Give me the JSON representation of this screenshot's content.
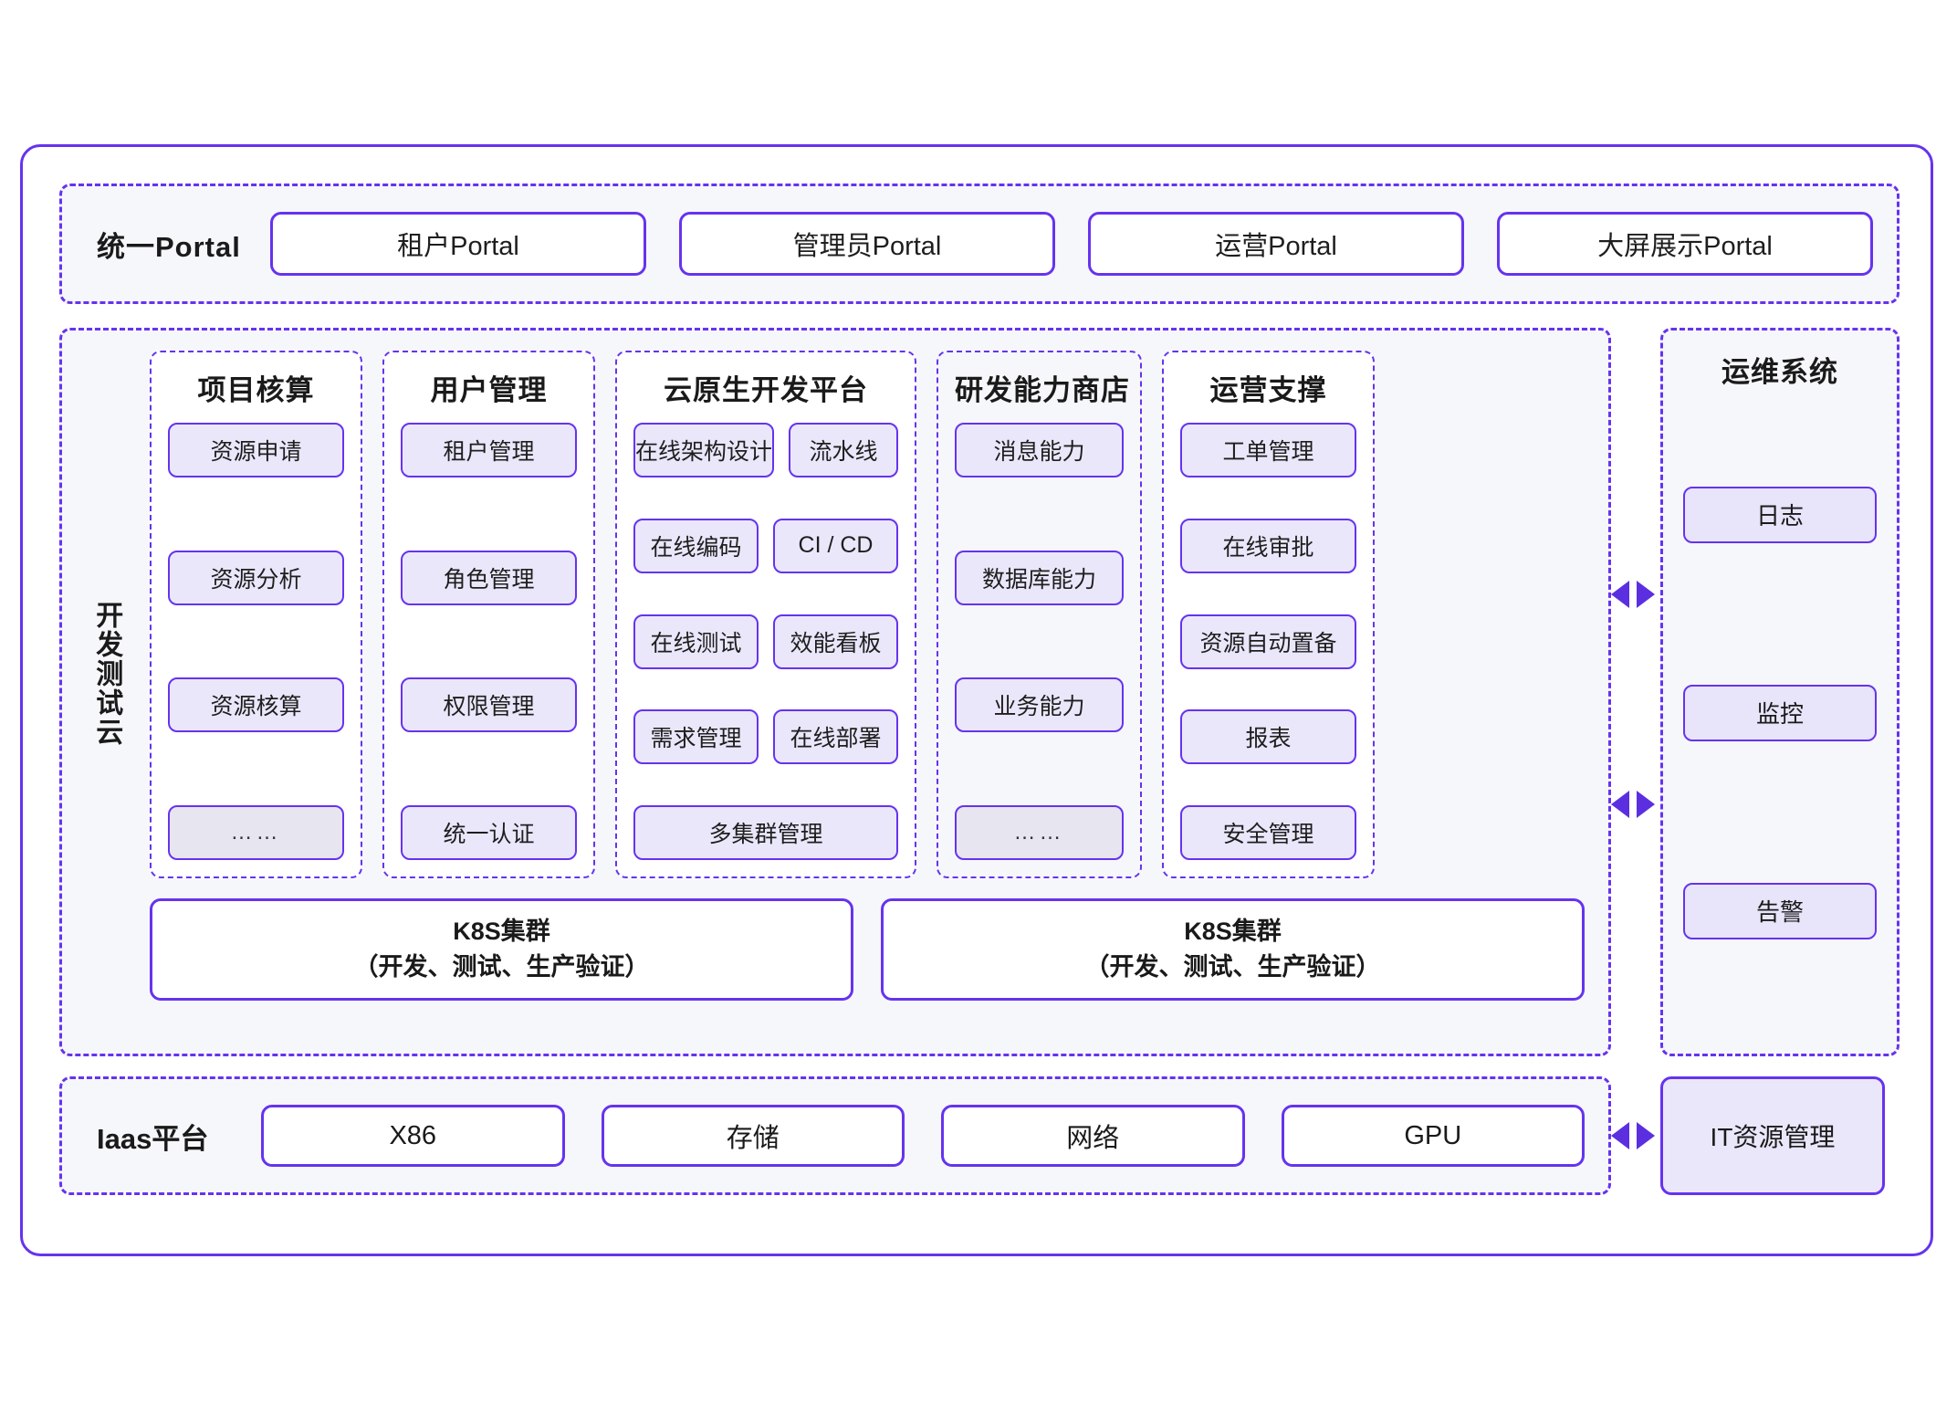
{
  "portal": {
    "title": "统一Portal",
    "items": [
      {
        "label": "租户Portal"
      },
      {
        "label": "管理员Portal"
      },
      {
        "label": "运营Portal"
      },
      {
        "label": "大屏展示Portal"
      }
    ]
  },
  "devtest": {
    "label": "开发测试云",
    "columns": [
      {
        "title": "项目核算",
        "items": [
          {
            "label": "资源申请"
          },
          {
            "label": "资源分析"
          },
          {
            "label": "资源核算"
          },
          {
            "label": "……"
          }
        ]
      },
      {
        "title": "用户管理",
        "items": [
          {
            "label": "租户管理"
          },
          {
            "label": "角色管理"
          },
          {
            "label": "权限管理"
          },
          {
            "label": "统一认证"
          }
        ]
      },
      {
        "title": "云原生开发平台",
        "rows": [
          {
            "left": "在线架构设计",
            "right": "流水线"
          },
          {
            "left": "在线编码",
            "right": "CI / CD"
          },
          {
            "left": "在线测试",
            "right": "效能看板"
          },
          {
            "left": "需求管理",
            "right": "在线部署"
          }
        ],
        "full": "多集群管理"
      },
      {
        "title": "研发能力商店",
        "items": [
          {
            "label": "消息能力"
          },
          {
            "label": "数据库能力"
          },
          {
            "label": "业务能力"
          },
          {
            "label": "……"
          }
        ]
      },
      {
        "title": "运营支撑",
        "items": [
          {
            "label": "工单管理"
          },
          {
            "label": "在线审批"
          },
          {
            "label": "资源自动置备"
          },
          {
            "label": "报表"
          },
          {
            "label": "安全管理"
          }
        ]
      }
    ],
    "k8s": [
      {
        "line1": "K8S集群",
        "line2": "（开发、测试、生产验证）"
      },
      {
        "line1": "K8S集群",
        "line2": "（开发、测试、生产验证）"
      }
    ]
  },
  "ops": {
    "title": "运维系统",
    "items": [
      {
        "label": "日志"
      },
      {
        "label": "监控"
      },
      {
        "label": "告警"
      }
    ]
  },
  "iaas": {
    "title": "Iaas平台",
    "items": [
      {
        "label": "X86"
      },
      {
        "label": "存储"
      },
      {
        "label": "网络"
      },
      {
        "label": "GPU"
      }
    ],
    "it_resource": "IT资源管理"
  },
  "colors": {
    "accent": "#6633ee",
    "arrow": "#5b2fe0",
    "chip_fill": "#ebe7fb",
    "panel_fill": "#f6f7fa"
  }
}
